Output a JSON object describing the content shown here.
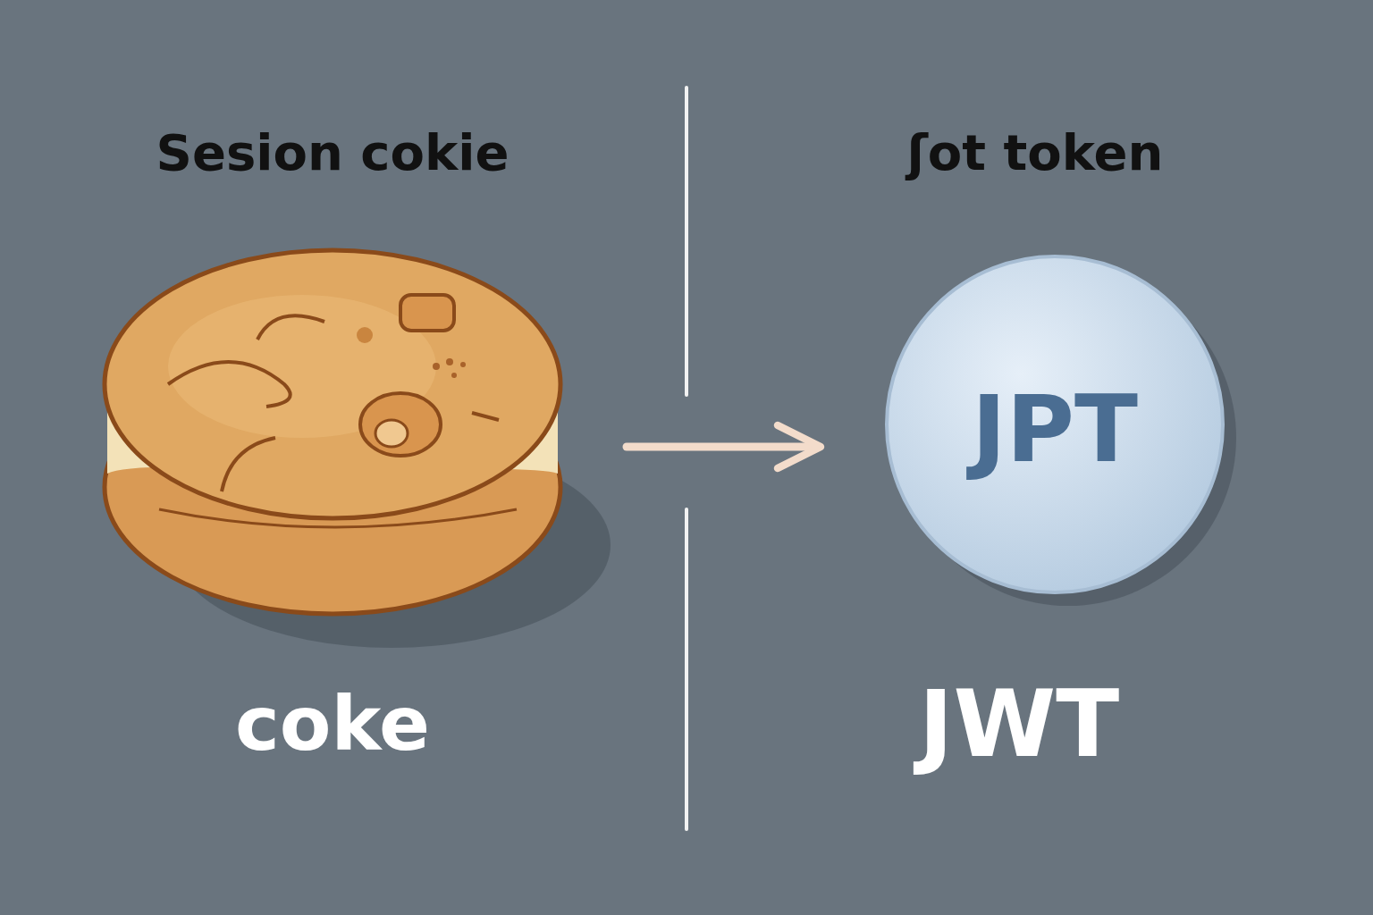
{
  "diagram": {
    "nodes": [
      {
        "text": [
          "coke"
        ]
      },
      {
        "text": [
          "JPT",
          "JWT"
        ]
      }
    ],
    "edges": [
      {
        "from": 0,
        "to": 1,
        "arrow": "to"
      }
    ],
    "labels": [
      "Sesion cokie",
      "ʃot token"
    ]
  }
}
